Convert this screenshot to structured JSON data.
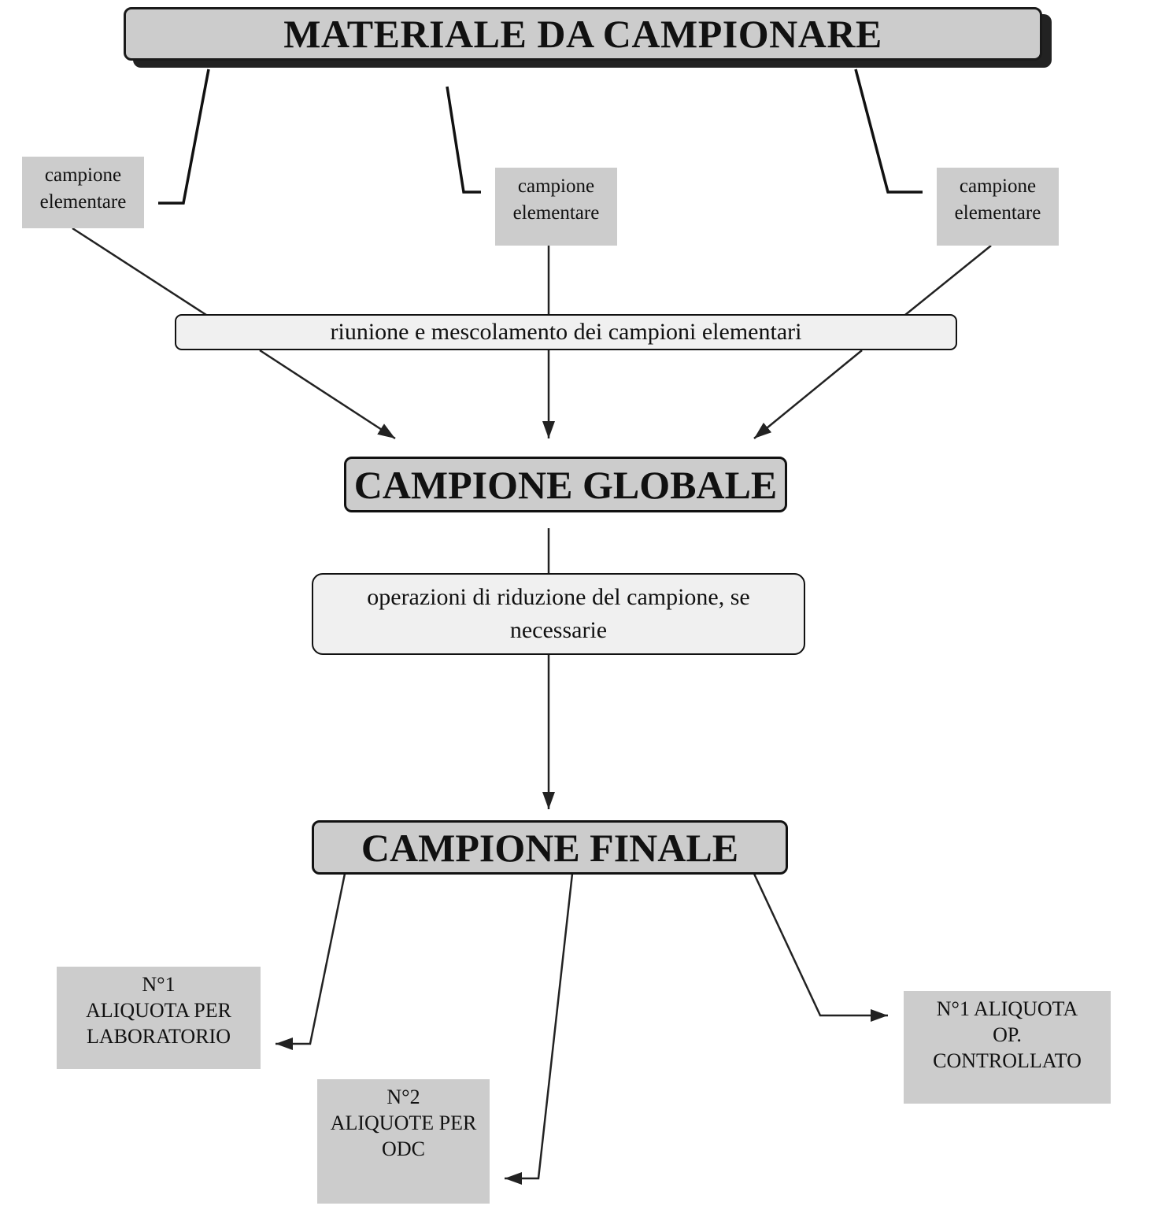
{
  "diagram": {
    "title": "MATERIALE DA CAMPIONARE",
    "elementary_samples": [
      {
        "line1": "campione",
        "line2": "elementare"
      },
      {
        "line1": "campione",
        "line2": "elementare"
      },
      {
        "line1": "campione",
        "line2": "elementare"
      }
    ],
    "mixing_step": "riunione e mescolamento dei campioni elementari",
    "global_sample": "CAMPIONE GLOBALE",
    "reduction_step": {
      "line1": "operazioni di riduzione del campione, se",
      "line2": "necessarie"
    },
    "final_sample": "CAMPIONE FINALE",
    "aliquots": [
      {
        "line1": "N°1",
        "line2": "ALIQUOTA PER",
        "line3": "LABORATORIO"
      },
      {
        "line1": "N°2",
        "line2": "ALIQUOTE PER",
        "line3": "ODC"
      },
      {
        "line1": "N°1 ALIQUOTA",
        "line2": "OP.",
        "line3": "CONTROLLATO"
      }
    ],
    "colors": {
      "box_gray": "#cccccc",
      "process_fill": "#f0f0f0",
      "line": "#222222"
    }
  }
}
